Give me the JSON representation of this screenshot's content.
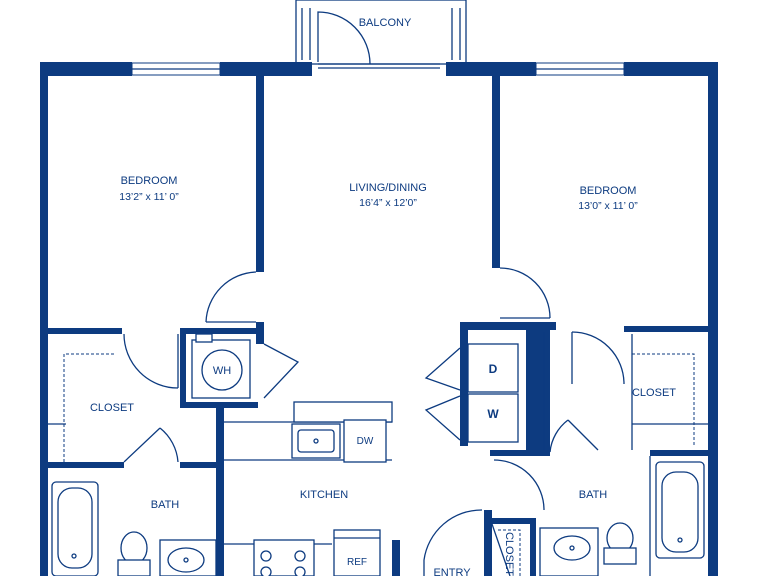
{
  "plan": {
    "rooms": {
      "balcony": "BALCONY",
      "bedroom_left": "BEDROOM",
      "bedroom_left_dims": "13’2” x 11’ 0”",
      "living": "LIVING/DINING",
      "living_dims": "16’4” x 12’0”",
      "bedroom_right": "BEDROOM",
      "bedroom_right_dims": "13’0” x 11’ 0”",
      "closet_left": "CLOSET",
      "closet_right": "CLOSET",
      "closet_entry": "CLOSET",
      "bath_left": "BATH",
      "bath_right": "BATH",
      "kitchen": "KITCHEN",
      "entry": "ENTRY"
    },
    "appliances": {
      "water_heater": "WH",
      "dryer": "D",
      "washer": "W",
      "dishwasher": "DW",
      "refrigerator": "REF"
    },
    "colors": {
      "wall": "#0d3b80",
      "background": "#ffffff"
    }
  }
}
